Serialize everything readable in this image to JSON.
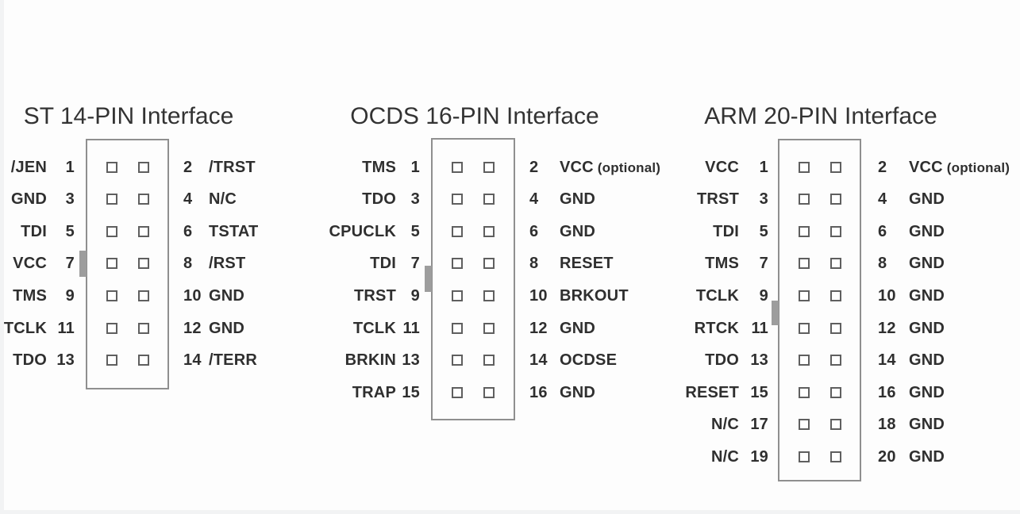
{
  "page": {
    "background": "#fdfdfd",
    "colors": {
      "title_text": "#333333",
      "label_text": "#2f2f2f",
      "box_border": "#8f8f8f",
      "square_border": "#5f5f5f",
      "notch_fill": "#9d9d9d",
      "edge_strip": "#f2f3f4"
    }
  },
  "diagrams": [
    {
      "id": "st-14-pin",
      "title": "ST 14-PIN Interface",
      "rows": [
        {
          "left_name": "/JEN",
          "left_num": "1",
          "right_num": "2",
          "right_name": "/TRST"
        },
        {
          "left_name": "GND",
          "left_num": "3",
          "right_num": "4",
          "right_name": "N/C"
        },
        {
          "left_name": "TDI",
          "left_num": "5",
          "right_num": "6",
          "right_name": "TSTAT"
        },
        {
          "left_name": "VCC",
          "left_num": "7",
          "right_num": "8",
          "right_name": "/RST"
        },
        {
          "left_name": "TMS",
          "left_num": "9",
          "right_num": "10",
          "right_name": "GND"
        },
        {
          "left_name": "TCLK",
          "left_num": "11",
          "right_num": "12",
          "right_name": "GND"
        },
        {
          "left_name": "TDO",
          "left_num": "13",
          "right_num": "14",
          "right_name": "/TERR"
        }
      ]
    },
    {
      "id": "ocds-16-pin",
      "title": "OCDS 16-PIN Interface",
      "rows": [
        {
          "left_name": "TMS",
          "left_num": "1",
          "right_num": "2",
          "right_name": "VCC",
          "right_suffix": "(optional)"
        },
        {
          "left_name": "TDO",
          "left_num": "3",
          "right_num": "4",
          "right_name": "GND"
        },
        {
          "left_name": "CPUCLK",
          "left_num": "5",
          "right_num": "6",
          "right_name": "GND"
        },
        {
          "left_name": "TDI",
          "left_num": "7",
          "right_num": "8",
          "right_name": "RESET"
        },
        {
          "left_name": "TRST",
          "left_num": "9",
          "right_num": "10",
          "right_name": "BRKOUT"
        },
        {
          "left_name": "TCLK",
          "left_num": "11",
          "right_num": "12",
          "right_name": "GND"
        },
        {
          "left_name": "BRKIN",
          "left_num": "13",
          "right_num": "14",
          "right_name": "OCDSE"
        },
        {
          "left_name": "TRAP",
          "left_num": "15",
          "right_num": "16",
          "right_name": "GND"
        }
      ]
    },
    {
      "id": "arm-20-pin",
      "title": "ARM 20-PIN Interface",
      "rows": [
        {
          "left_name": "VCC",
          "left_num": "1",
          "right_num": "2",
          "right_name": "VCC",
          "right_suffix": "(optional)"
        },
        {
          "left_name": "TRST",
          "left_num": "3",
          "right_num": "4",
          "right_name": "GND"
        },
        {
          "left_name": "TDI",
          "left_num": "5",
          "right_num": "6",
          "right_name": "GND"
        },
        {
          "left_name": "TMS",
          "left_num": "7",
          "right_num": "8",
          "right_name": "GND"
        },
        {
          "left_name": "TCLK",
          "left_num": "9",
          "right_num": "10",
          "right_name": "GND"
        },
        {
          "left_name": "RTCK",
          "left_num": "11",
          "right_num": "12",
          "right_name": "GND"
        },
        {
          "left_name": "TDO",
          "left_num": "13",
          "right_num": "14",
          "right_name": "GND"
        },
        {
          "left_name": "RESET",
          "left_num": "15",
          "right_num": "16",
          "right_name": "GND"
        },
        {
          "left_name": "N/C",
          "left_num": "17",
          "right_num": "18",
          "right_name": "GND"
        },
        {
          "left_name": "N/C",
          "left_num": "19",
          "right_num": "20",
          "right_name": "GND"
        }
      ]
    }
  ]
}
